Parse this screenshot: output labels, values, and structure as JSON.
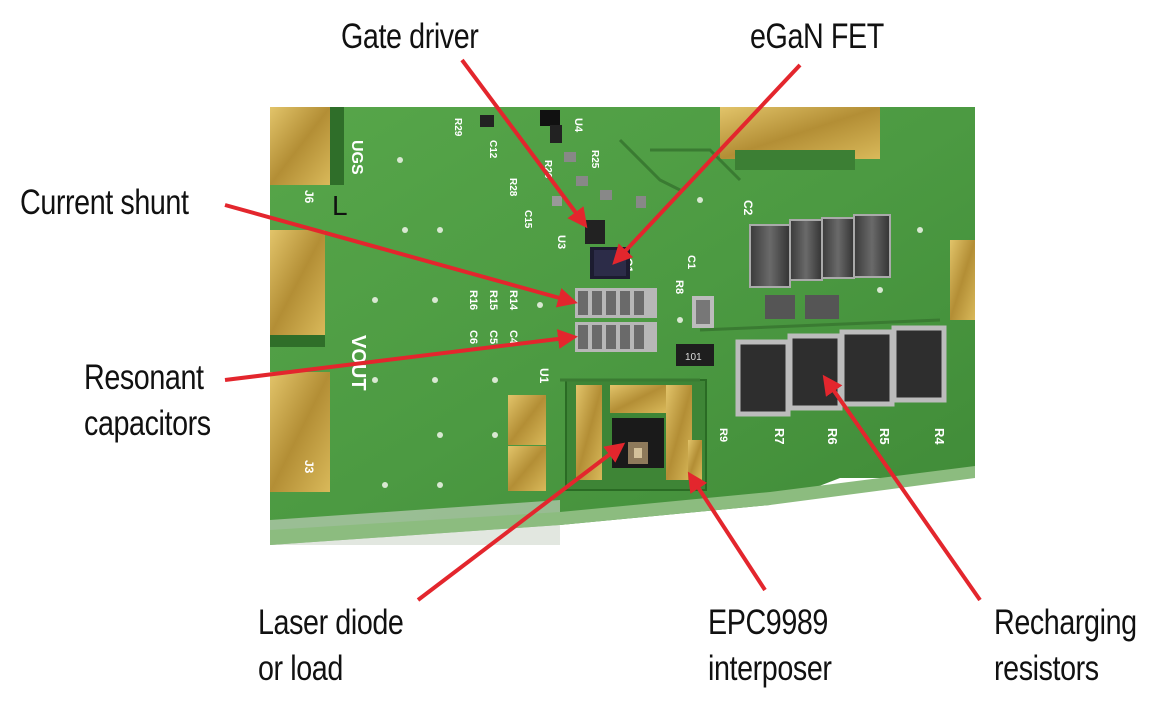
{
  "figure": {
    "board_marker": "L",
    "silkscreen": {
      "ugs": "UGS",
      "vout": "VOUT",
      "j6": "J6",
      "j3": "J3",
      "u1": "U1",
      "u3": "U3",
      "u4": "U4",
      "q1": "Q1",
      "r7": "R7",
      "r6": "R6",
      "r5": "R5",
      "r4": "R4",
      "r9": "R9",
      "r8": "R8",
      "r25": "R25",
      "r26": "R26",
      "r28": "R28",
      "r29": "R29",
      "c1": "C1",
      "c2": "C2",
      "c12": "C12",
      "c15": "C15",
      "r16": "R16",
      "r15": "R15",
      "r14": "R14",
      "c6": "C6",
      "c5": "C5",
      "c4": "C4",
      "chip_code": "101"
    },
    "callouts": {
      "gate_driver": "Gate driver",
      "egan_fet": "eGaN FET",
      "current_shunt": "Current shunt",
      "resonant_capacitors_1": "Resonant",
      "resonant_capacitors_2": "capacitors",
      "laser_diode_1": "Laser diode",
      "laser_diode_2": "or load",
      "interposer_1": "EPC9989",
      "interposer_2": "interposer",
      "recharging_1": "Recharging",
      "recharging_2": "resistors"
    },
    "colors": {
      "pcb": "#4f9b43",
      "pcb_dark": "#3c7f34",
      "gold": "#c9a74a",
      "arrow": "#e3262d",
      "text": "#111111"
    }
  }
}
